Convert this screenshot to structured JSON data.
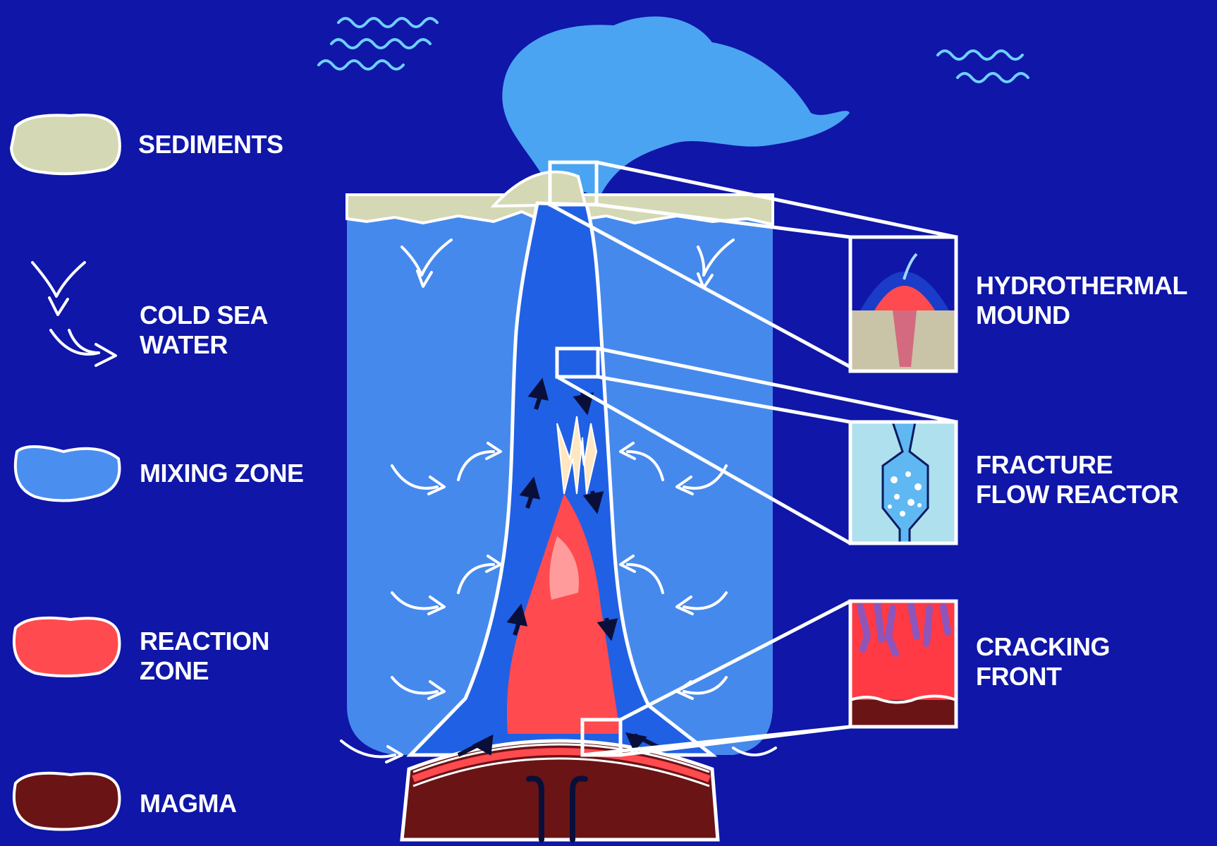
{
  "legend": {
    "sediments": "SEDIMENTS",
    "cold_sea_water": [
      "COLD SEA",
      "WATER"
    ],
    "mixing_zone": "MIXING ZONE",
    "reaction_zone": [
      "REACTION",
      "ZONE"
    ],
    "magma": "MAGMA"
  },
  "callouts": {
    "hydrothermal_mound": [
      "HYDROTHERMAL",
      "MOUND"
    ],
    "fracture_flow_reactor": [
      "FRACTURE",
      "FLOW REACTOR"
    ],
    "cracking_front": [
      "CRACKING",
      "FRONT"
    ]
  },
  "colors": {
    "background": "#0f16a8",
    "sediments": "#d4d8b4",
    "mixing_zone": "#4a8ff0",
    "plume": "#4aa4f2",
    "reaction_zone": "#ff4a50",
    "magma": "#6a1416",
    "outline": "#ffffff",
    "arrow_dark": "#0a0f3a"
  }
}
